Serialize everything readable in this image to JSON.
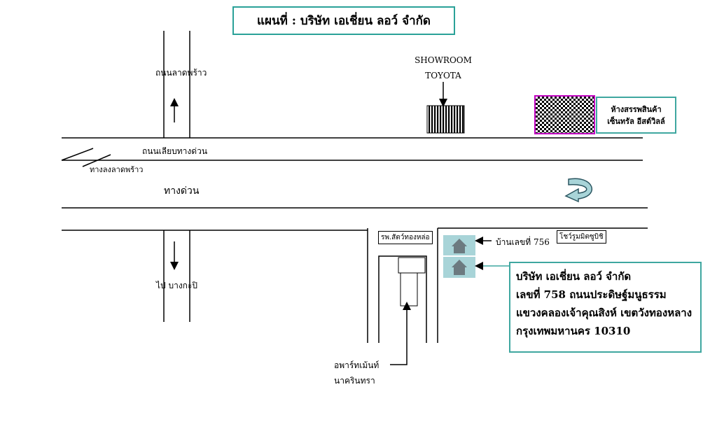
{
  "title": "แผนที่ :  บริษัท  เอเชี่ยน ลอว์ จำกัด",
  "roads": {
    "ladprao_road": "ถนนลาดพร้าว",
    "frontage_road": "ถนนเลียบทางด่วน",
    "ladprao_exit": "ทางลงลาดพร้าว",
    "expressway": "ทางด่วน",
    "to_bangkapi": "ไป  บางกะปิ"
  },
  "landmarks": {
    "showroom_line1": "SHOWROOM",
    "showroom_line2": "TOYOTA",
    "mall_line1": "ห้างสรรพสินค้า",
    "mall_line2": "เซ็นทรัล  อีสต์วิลล์",
    "animal_hospital": "รพ.สัตว์ทองหล่อ",
    "house_756": "บ้านเลขที่ 756",
    "sign_right": "โชว์รูมมิตซูบิชิ",
    "apartment_line1": "อพาร์ทเม้นท์",
    "apartment_line2": "นาครินทรา"
  },
  "company": {
    "name": "บริษัท  เอเชี่ยน  ลอว์  จำกัด",
    "address1": "เลขที่ 758  ถนนประดิษฐ์มนูธรรม",
    "address2": "แขวงคลองเจ้าคุณสิงห์ เขตวังทองหลาง",
    "address3": "กรุงเทพมหานคร  10310"
  },
  "colors": {
    "accent_teal": "#3fa7a0",
    "house_bg": "#a8d4d8",
    "house_icon": "#6c7a80",
    "mall_border": "#c000c0"
  }
}
